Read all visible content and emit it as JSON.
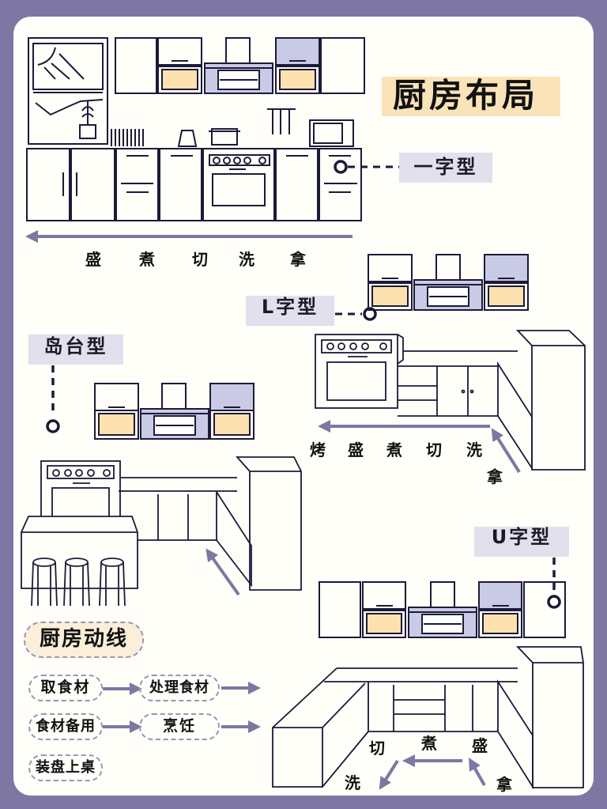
{
  "title": "厨房布局",
  "colors": {
    "background": "#7e76a3",
    "card": "#fffef9",
    "title_highlight": "#fae3b8",
    "tag_bg": "#e1e0ec",
    "cabinet_yellow": "#fde2b0",
    "cabinet_lavender": "#c9cae6",
    "arrow": "#7e76a3",
    "line": "#1c1a38"
  },
  "layouts": {
    "straight": {
      "label": "一字型",
      "flow": [
        "盛",
        "煮",
        "切",
        "洗",
        "拿"
      ]
    },
    "l_shape": {
      "label": "L字型",
      "flow": [
        "烤",
        "盛",
        "煮",
        "切",
        "洗"
      ],
      "start": "拿"
    },
    "island": {
      "label": "岛台型"
    },
    "u_shape": {
      "label": "U字型",
      "flow_top": [
        "切",
        "煮",
        "盛"
      ],
      "flow_bottom": [
        "洗",
        "拿"
      ]
    }
  },
  "kitchen_flow": {
    "heading": "厨房动线",
    "steps": [
      {
        "row": 1,
        "items": [
          "取食材",
          "处理食材"
        ]
      },
      {
        "row": 2,
        "items": [
          "食材备用",
          "烹饪"
        ]
      },
      {
        "row": 3,
        "items": [
          "装盘上桌"
        ]
      }
    ]
  }
}
